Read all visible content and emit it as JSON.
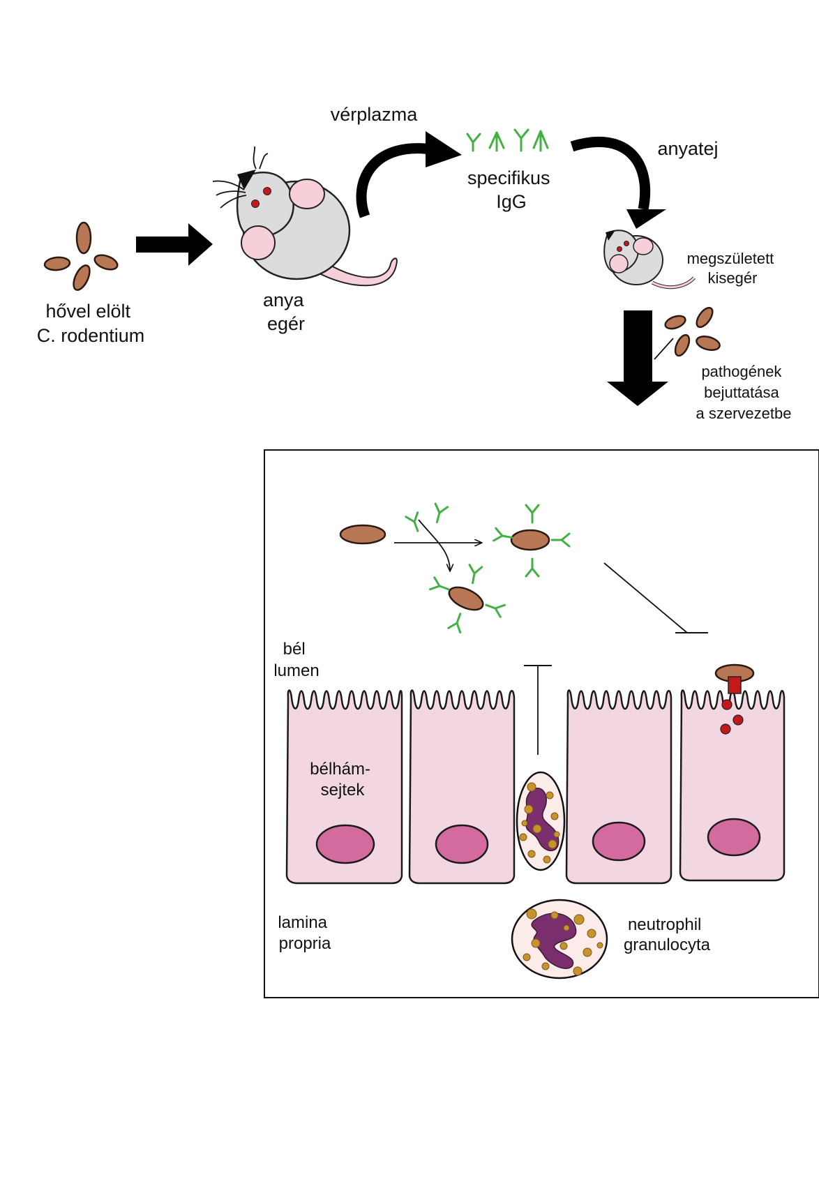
{
  "labels": {
    "pathogen_source": [
      "hővel elölt",
      "C. rodentium"
    ],
    "mother": [
      "anya",
      "egér"
    ],
    "plasma": "vérplazma",
    "igg": [
      "specifikus",
      "IgG"
    ],
    "milk": "anyatej",
    "pup": [
      "megszületett",
      "kisegér"
    ],
    "entry": [
      "pathogének",
      "bejuttatása",
      "a szervezetbe"
    ],
    "gut_lumen": [
      "bél",
      "lumen"
    ],
    "epithelium": [
      "bélhám-",
      "sejtek"
    ],
    "lamina": [
      "lamina",
      "propria"
    ],
    "neutrophil": [
      "neutrophil",
      "granulocyta"
    ]
  },
  "colors": {
    "bacterium": "#b87856",
    "antibody": "#43b043",
    "epithelial_cell": "#f2d7e3",
    "nucleus": "#d46b9e",
    "mouse_body": "#dcdcdc",
    "mouse_pink": "#f7cfd8",
    "neutrophil_nucleus": "#7b2e6e",
    "granule": "#c7932c",
    "toxin": "#c21a1a"
  }
}
